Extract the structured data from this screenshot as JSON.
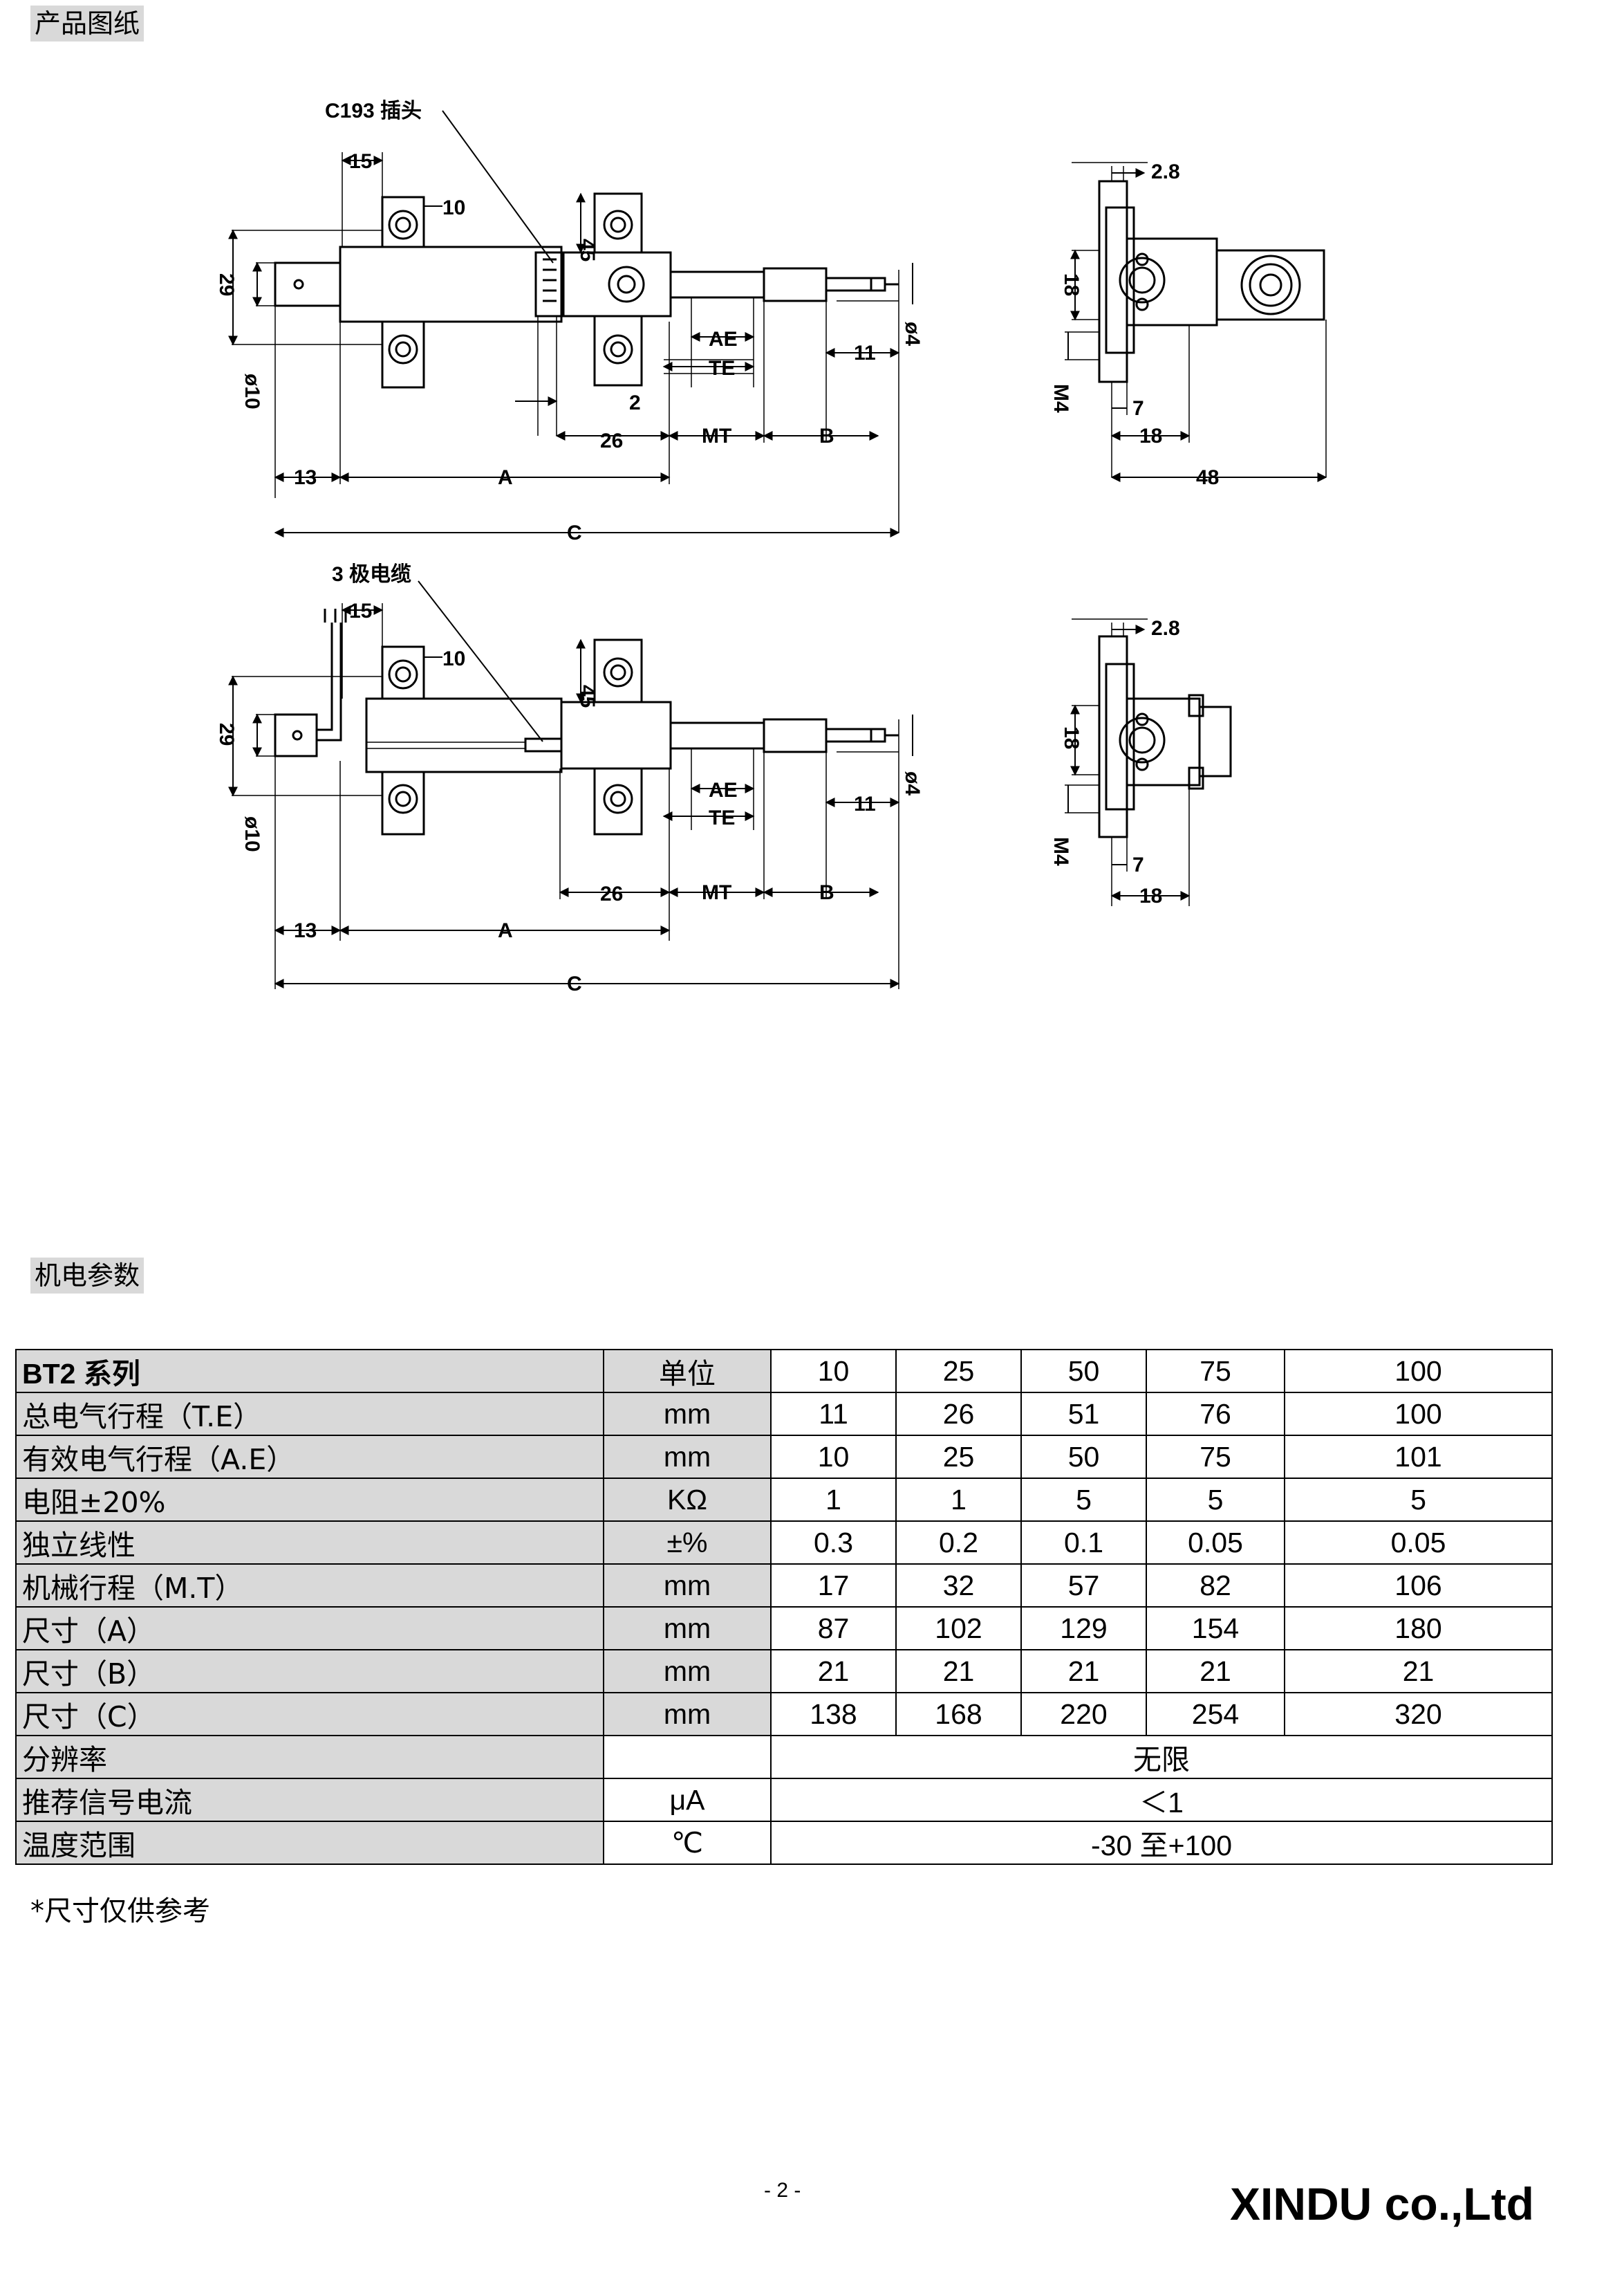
{
  "headings": {
    "drawing": "产品图纸",
    "params": "机电参数"
  },
  "drawing": {
    "top_view_1": {
      "connector_label": "C193 插头",
      "dims": {
        "d15": "15",
        "d10": "10",
        "d45": "45",
        "d29": "29",
        "dia10": "ø10",
        "d2": "2",
        "d26": "26",
        "ae": "AE",
        "te": "TE",
        "mt": "MT",
        "b": "B",
        "d11": "11",
        "dia4": "ø4",
        "d13": "13",
        "a": "A",
        "c": "C"
      }
    },
    "side_view_1": {
      "dims": {
        "d28": "2.8",
        "d18v": "18",
        "m4": "M4",
        "d7": "7",
        "d18h": "18",
        "d48": "48"
      }
    },
    "top_view_2": {
      "cable_label": "3 极电缆",
      "dims": {
        "d15": "15",
        "d10": "10",
        "d45": "45",
        "d29": "29",
        "dia10": "ø10",
        "d26": "26",
        "ae": "AE",
        "te": "TE",
        "mt": "MT",
        "b": "B",
        "d11": "11",
        "dia4": "ø4",
        "d13": "13",
        "a": "A",
        "c": "C"
      }
    },
    "side_view_2": {
      "dims": {
        "d28": "2.8",
        "d18v": "18",
        "m4": "M4",
        "d7": "7",
        "d18h": "18"
      }
    }
  },
  "table": {
    "header": [
      "BT2 系列",
      "单位",
      "10",
      "25",
      "50",
      "75",
      "100"
    ],
    "rows": [
      [
        "总电气行程（T.E）",
        "mm",
        "11",
        "26",
        "51",
        "76",
        "100"
      ],
      [
        "有效电气行程（A.E）",
        "mm",
        "10",
        "25",
        "50",
        "75",
        "101"
      ],
      [
        "电阻±20%",
        "KΩ",
        "1",
        "1",
        "5",
        "5",
        "5"
      ],
      [
        "独立线性",
        "±%",
        "0.3",
        "0.2",
        "0.1",
        "0.05",
        "0.05"
      ],
      [
        "机械行程（M.T）",
        "mm",
        "17",
        "32",
        "57",
        "82",
        "106"
      ],
      [
        "尺寸（A）",
        "mm",
        "87",
        "102",
        "129",
        "154",
        "180"
      ],
      [
        "尺寸（B）",
        "mm",
        "21",
        "21",
        "21",
        "21",
        "21"
      ],
      [
        "尺寸（C）",
        "mm",
        "138",
        "168",
        "220",
        "254",
        "320"
      ]
    ],
    "merged_rows": [
      {
        "label": "分辨率",
        "unit": "",
        "value": "无限"
      },
      {
        "label": "推荐信号电流",
        "unit": "μA",
        "value": "＜1"
      },
      {
        "label": "温度范围",
        "unit": "℃",
        "value": "-30 至+100"
      }
    ]
  },
  "footnote": "*尺寸仅供参考",
  "page_number": "- 2 -",
  "company": "XINDU co.,Ltd"
}
